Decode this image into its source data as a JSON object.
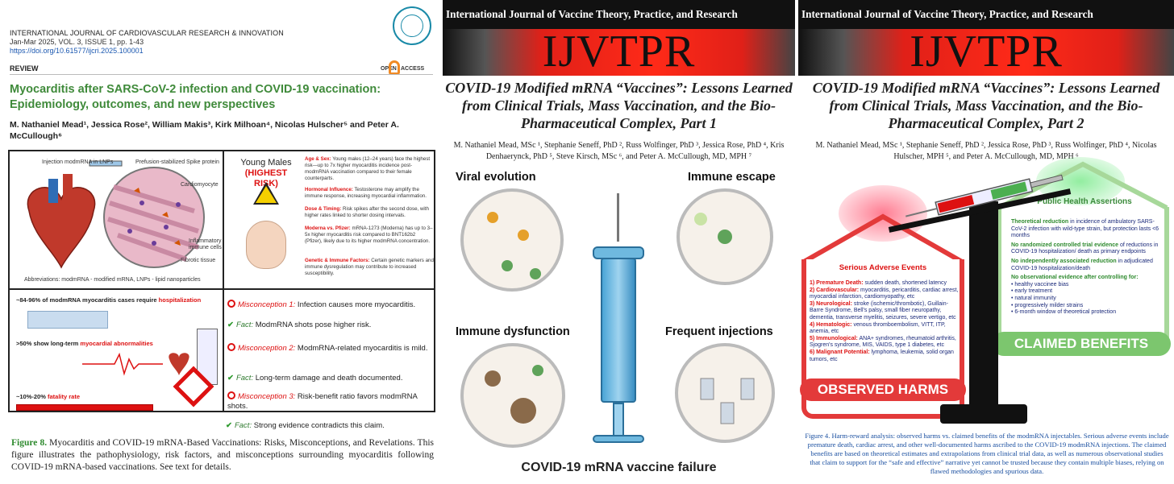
{
  "panel1": {
    "journal": "INTERNATIONAL JOURNAL OF CARDIOVASCULAR RESEARCH & INNOVATION",
    "issue": "Jan-Mar 2025, VOL. 3, ISSUE 1, pp. 1-43",
    "doi": "https://doi.org/10.61577/ijcri.2025.100001",
    "review": "REVIEW",
    "open": "OPEN",
    "access": "ACCESS",
    "title": "Myocarditis after SARS-CoV-2 infection and COVID-19 vaccination: Epidemiology, outcomes, and new perspectives",
    "authors": "M. Nathaniel Mead¹, Jessica Rose², William Makis³, Kirk Milhoan⁴, Nicolas Hulscher⁵ and Peter A. McCullough⁶",
    "figure": {
      "labels": {
        "injection": "Injection modmRNA in LNPs",
        "spike": "Prefusion-stabilized Spike protein",
        "cardiomyocyte": "Cardiomyocyte",
        "inflammatory": "Inflammatory immune cells",
        "fibrotic": "Fibrotic tissue",
        "abbrev": "Abbreviations: modmRNA - modified mRNA, LNPs - lipid nanoparticles"
      },
      "young_males": "Young Males",
      "highest_risk": "(HIGHEST RISK)",
      "risk_factors": [
        {
          "head": "Age & Sex:",
          "text": "Young males (12–24 years) face the highest risk—up to 7x higher myocarditis incidence post-modmRNA vaccination compared to their female counterparts."
        },
        {
          "head": "Hormonal Influence:",
          "text": "Testosterone may amplify the immune response, increasing myocardial inflammation."
        },
        {
          "head": "Dose & Timing:",
          "text": "Risk spikes after the second dose, with higher rates linked to shorter dosing intervals."
        },
        {
          "head": "Moderna vs. Pfizer:",
          "text": "mRNA-1273 (Moderna) has up to 3–5x higher myocarditis risk compared to BNT162b2 (Pfizer), likely due to its higher modmRNA concentration."
        },
        {
          "head": "Genetic & Immune Factors:",
          "text": "Certain genetic markers and immune dysregulation may contribute to increased susceptibility."
        }
      ],
      "stats": [
        {
          "pre": "~84-96% of modmRNA myocarditis cases require ",
          "red": "hospitalization"
        },
        {
          "pre": ">50% show long-term ",
          "red": "myocardial abnormalities"
        },
        {
          "pre": "~10%-20% ",
          "red": "fatality rate"
        }
      ],
      "misconceptions": [
        {
          "type": "mis",
          "label": "Misconception 1:",
          "text": " Infection causes more myocarditis."
        },
        {
          "type": "fact",
          "label": "Fact:",
          "text": " ModmRNA shots pose higher risk."
        },
        {
          "type": "mis",
          "label": "Misconception 2:",
          "text": " ModmRNA-related myocarditis is mild."
        },
        {
          "type": "fact",
          "label": "Fact:",
          "text": " Long-term damage and death documented."
        },
        {
          "type": "mis",
          "label": "Misconception 3:",
          "text": " Risk-benefit ratio favors modmRNA shots."
        },
        {
          "type": "fact",
          "label": "Fact:",
          "text": " Strong evidence contradicts this claim."
        }
      ]
    },
    "caption_label": "Figure 8.",
    "caption": " Myocarditis and COVID-19 mRNA-Based Vaccinations: Risks, Misconceptions, and Revelations. This figure illustrates the pathophysiology, risk factors, and misconceptions surrounding myocarditis following COVID-19 mRNA-based vaccinations. See text for details."
  },
  "panel2": {
    "banner": "International Journal of Vaccine Theory, Practice, and Research",
    "logo": "IJVTPR",
    "title": "COVID-19 Modified mRNA “Vaccines”: Lessons Learned from Clinical Trials, Mass Vaccination, and the Bio-Pharmaceutical Complex, Part 1",
    "authors": "M. Nathaniel Mead, MSc ¹, Stephanie Seneff, PhD ², Russ Wolfinger, PhD ³, Jessica Rose, PhD ⁴, Kris Denhaerynck, PhD ⁵, Steve Kirsch, MSc ⁶, and Peter A. McCullough, MD, MPH ⁷",
    "quadrants": [
      "Viral evolution",
      "Immune escape",
      "Immune dysfunction",
      "Frequent injections"
    ],
    "footer": "COVID-19 mRNA vaccine failure"
  },
  "panel3": {
    "banner": "International Journal of Vaccine Theory, Practice, and Research",
    "logo": "IJVTPR",
    "title": "COVID-19 Modified mRNA “Vaccines”: Lessons Learned from Clinical Trials, Mass Vaccination, and the Bio-Pharmaceutical Complex, Part 2",
    "authors": "M. Nathaniel Mead, MSc ¹, Stephanie Seneff, PhD ², Jessica Rose, PhD ³, Russ Wolfinger, PhD ⁴, Nicolas Hulscher, MPH ⁵, and Peter A. McCullough, MD, MPH ⁶",
    "harms_title": "Serious Adverse Events",
    "harms": [
      {
        "head": "1) Premature Death:",
        "text": " sudden death, shortened latency"
      },
      {
        "head": "2) Cardiovascular:",
        "text": " myocarditis, pericarditis, cardiac arrest, myocardial infarction, cardiomyopathy, etc"
      },
      {
        "head": "3) Neurological:",
        "text": " stroke (ischemic/thrombotic), Guillain-Barre Syndrome, Bell's palsy, small fiber neuropathy, dementia, transverse myelitis, seizures, severe vertigo, etc"
      },
      {
        "head": "4) Hematologic:",
        "text": " venous thromboembolism, VITT, ITP, anemia, etc"
      },
      {
        "head": "5) Immunological:",
        "text": " ANA+ syndromes, rheumatoid arthritis, Sjogren's syndrome, MIS, VAIDS, type 1 diabetes, etc"
      },
      {
        "head": "6) Malignant Potential:",
        "text": " lymphoma, leukemia, solid organ tumors, etc"
      }
    ],
    "harms_banner": "OBSERVED HARMS",
    "benefits_title": "Public Health Assertions",
    "benefits": [
      {
        "head": "Theoretical reduction",
        "text": " in incidence of ambulatory SARS-CoV-2 infection with wild-type strain, but protection lasts <6 months"
      },
      {
        "head": "No randomized controlled trial evidence",
        "text": " of reductions in COVID-19 hospitalization/ death as primary endpoints"
      },
      {
        "head": "No independently associated reduction",
        "text": " in adjudicated COVID-19 hospitalization/death"
      }
    ],
    "controls_head": "No observational evidence after controlling for:",
    "controls": [
      "healthy vaccinee bias",
      "early treatment",
      "natural immunity",
      "progressively milder strains",
      "6-month window of theoretical protection"
    ],
    "benefits_banner": "CLAIMED BENEFITS",
    "caption": "Figure 4. Harm-reward analysis: observed harms vs. claimed benefits of the modmRNA injectables. Serious adverse events include premature death, cardiac arrest, and other well-documented harms ascribed to the COVID-19 modmRNA injections. The claimed benefits are based on theoretical estimates and extrapolations from clinical trial data, as well as numerous observational studies that claim to support for the “safe and effective” narrative yet cannot be trusted because they contain multiple biases, relying on flawed methodologies and spurious data."
  }
}
